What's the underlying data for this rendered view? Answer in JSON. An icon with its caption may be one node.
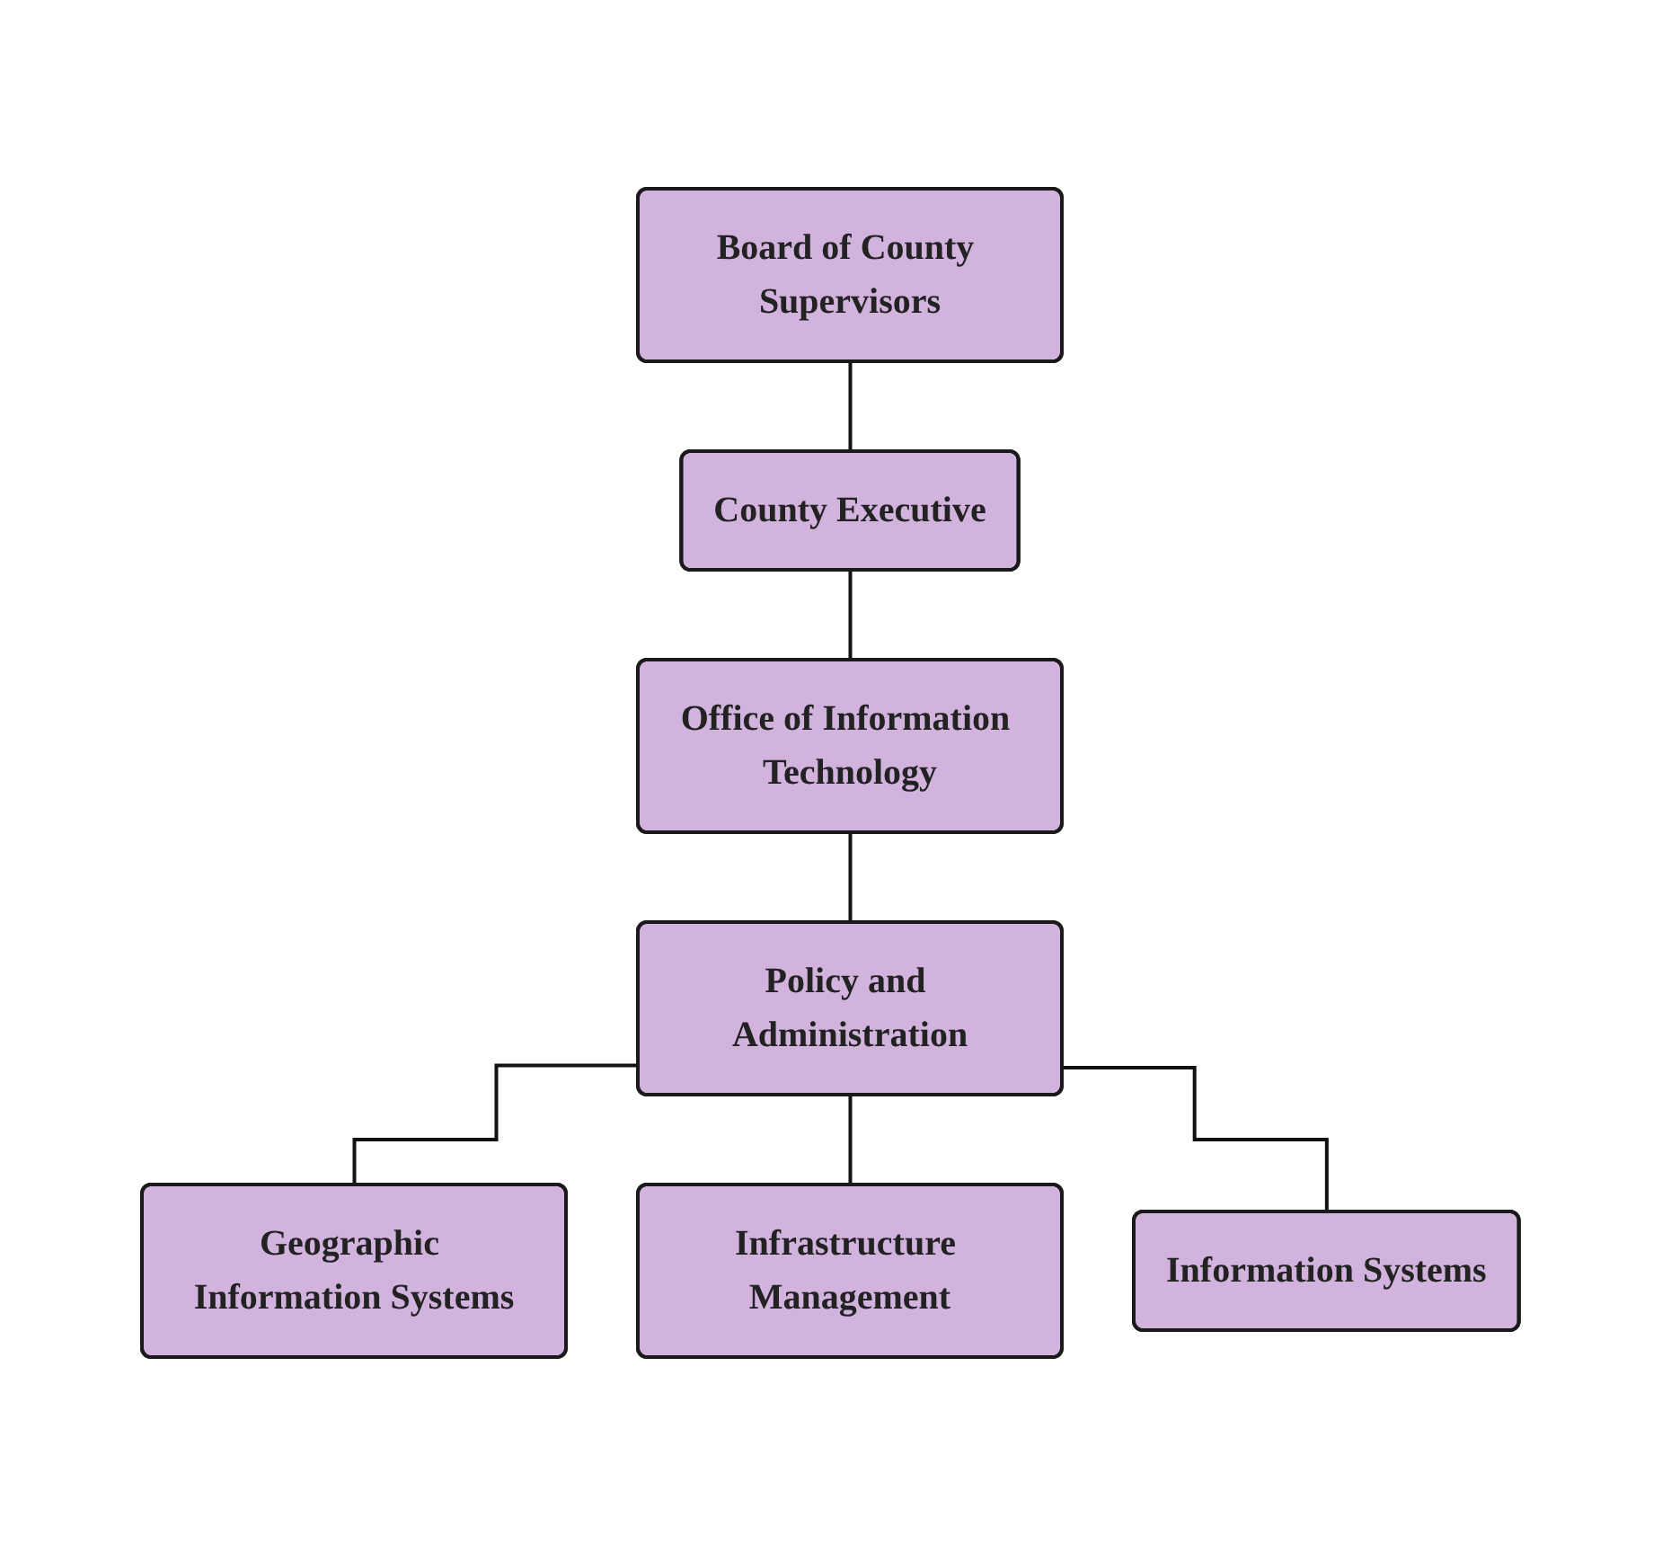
{
  "diagram": {
    "nodes": [
      {
        "text": [
          "Board of County Supervisors"
        ]
      },
      {
        "text": [
          "County Executive"
        ]
      },
      {
        "text": [
          "Office of Information Technology"
        ]
      },
      {
        "text": [
          "Policy and Administration"
        ]
      },
      {
        "text": [
          "Geographic Information Systems"
        ]
      },
      {
        "text": [
          "Infrastructure Management"
        ]
      },
      {
        "text": [
          "Information Systems"
        ]
      }
    ],
    "edges": [
      {
        "from": 0,
        "to": 1,
        "arrow": "none"
      },
      {
        "from": 1,
        "to": 2,
        "arrow": "none"
      },
      {
        "from": 2,
        "to": 3,
        "arrow": "none"
      },
      {
        "from": 3,
        "to": 4,
        "arrow": "none"
      },
      {
        "from": 3,
        "to": 5,
        "arrow": "none"
      },
      {
        "from": 3,
        "to": 6,
        "arrow": "none"
      }
    ]
  }
}
